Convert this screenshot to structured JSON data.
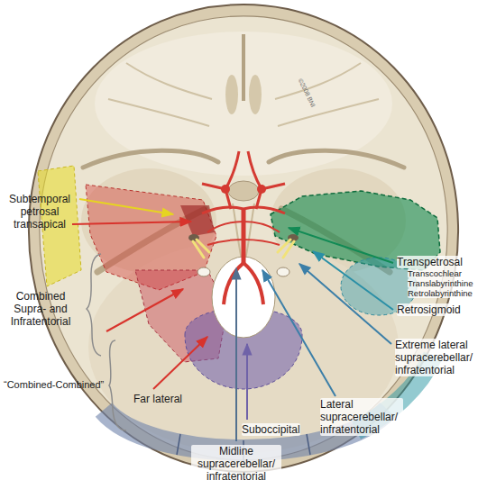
{
  "diagram": {
    "labels": [
      "Subtemporal petrosal transapical",
      "Combined Supra- and Infratentorial",
      "“Combined-Combined”",
      "Far lateral",
      "Suboccipital",
      "Midline supracerebellar/ infratentorial",
      "Lateral supracerebellar/ infratentorial",
      "Extreme lateral supracerebellar/ infratentorial",
      "Retrosigmoid",
      "Transpetrosal",
      "Transcochlear",
      "Translabyrinthine",
      "Retrolabyrinthine",
      "©2008 BNI"
    ]
  }
}
